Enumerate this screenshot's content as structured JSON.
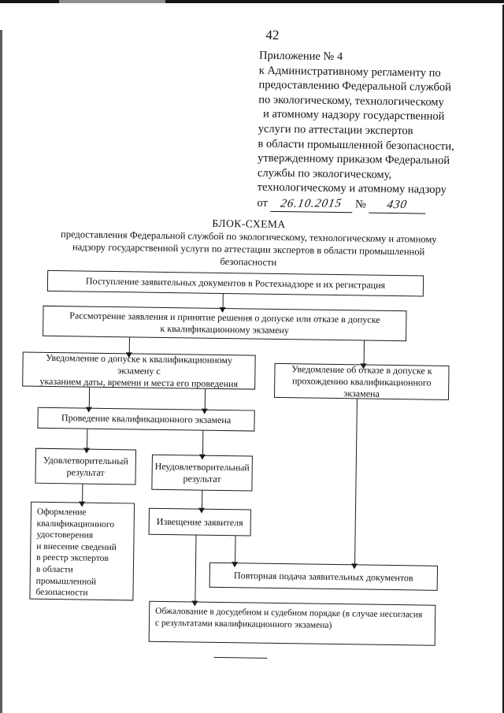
{
  "page": {
    "number": "42"
  },
  "appendix": {
    "lines": [
      "Приложение № 4",
      "к Административному регламенту по",
      "предоставлению Федеральной службой",
      "по экологическому, технологическому",
      "и атомному надзору государственной",
      "услуги по аттестации экспертов",
      "в области промышленной безопасности,",
      "утвержденному приказом Федеральной",
      "службы по экологическому,",
      "технологическому и атомному надзору"
    ],
    "date_prefix": "от",
    "date_value": "26.10.2015",
    "number_sign": "№",
    "number_value": "430"
  },
  "title": {
    "heading": "БЛОК-СХЕМА",
    "subtitle": "предоставления Федеральной службой по экологическому, технологическому и атомному\nнадзору государственной услуги по аттестации экспертов в области промышленной\nбезопасности"
  },
  "flowchart": {
    "boxes": {
      "receipt": "Поступление заявительных документов в Ростехнадзоре и их регистрация",
      "review": "Рассмотрение заявления и принятие решения о допуске или отказе в допуске\nк квалификационному экзамену",
      "admission_notice": "Уведомление о допуске к квалификационному экзамену с\nуказанием даты, времени и места его проведения",
      "refusal_notice": "Уведомление об отказе в допуске к\nпрохождению квалификационного экзамена",
      "exam": "Проведение квалификационного экзамена",
      "satisfactory": "Удовлетворительный\nрезультат",
      "unsatisfactory": "Неудовлетворительный\nрезультат",
      "certificate": "Оформление\nквалификационного\nудостоверения\nи внесение сведений\nв реестр экспертов\nв области\nпромышленной\nбезопасности",
      "notify_applicant": "Извещение заявителя",
      "resubmission": "Повторная подача заявительных документов",
      "appeal": "Обжалование в досудебном и судебном порядке (в случае несогласия\nс результатами квалификационного экзамена)"
    }
  }
}
